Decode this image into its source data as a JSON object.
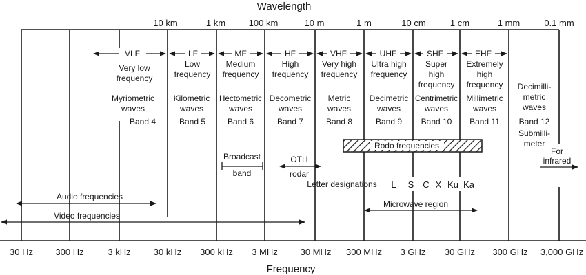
{
  "wavelength_title": "Wavelength",
  "frequency_title": "Frequency",
  "wavelength_ticks": [
    "10 km",
    "1 km",
    "100 km",
    "10 m",
    "1 m",
    "10 cm",
    "1 cm",
    "1 mm",
    "0.1 mm"
  ],
  "frequency_ticks": [
    "30 Hz",
    "300 Hz",
    "3 kHz",
    "30 kHz",
    "300 kHz",
    "3 MHz",
    "30 MHz",
    "300 MHz",
    "3 GHz",
    "30 GHz",
    "300 GHz",
    "3,000 GHz"
  ],
  "bands": [
    {
      "abbr": "VLF",
      "name": [
        "Very low",
        "frequency"
      ],
      "waves": [
        "Myriometric",
        "waves"
      ],
      "band": "Band 4"
    },
    {
      "abbr": "LF",
      "name": [
        "Low",
        "frequency"
      ],
      "waves": [
        "Kilometric",
        "waves"
      ],
      "band": "Band 5"
    },
    {
      "abbr": "MF",
      "name": [
        "Medium",
        "frequency"
      ],
      "waves": [
        "Hectometric",
        "waves"
      ],
      "band": "Band 6"
    },
    {
      "abbr": "HF",
      "name": [
        "High",
        "frequency"
      ],
      "waves": [
        "Decometric",
        "waves"
      ],
      "band": "Band 7"
    },
    {
      "abbr": "VHF",
      "name": [
        "Very high",
        "frequency"
      ],
      "waves": [
        "Metric",
        "waves"
      ],
      "band": "Band 8"
    },
    {
      "abbr": "UHF",
      "name": [
        "Ultra high",
        "frequency"
      ],
      "waves": [
        "Decimetric",
        "waves"
      ],
      "band": "Band 9"
    },
    {
      "abbr": "SHF",
      "name": [
        "Super",
        "high",
        "frequency"
      ],
      "waves": [
        "Centrimetric",
        "waves"
      ],
      "band": "Band 10"
    },
    {
      "abbr": "EHF",
      "name": [
        "Extremely",
        "high",
        "frequency"
      ],
      "waves": [
        "Millimetric",
        "waves"
      ],
      "band": "Band 11"
    }
  ],
  "band12": {
    "waves": [
      "Decimilli-",
      "metric",
      "waves"
    ],
    "band": "Band 12",
    "extra": [
      "Submilli-",
      "meter"
    ]
  },
  "infrared": [
    "For",
    "infrared"
  ],
  "radar_frequencies": "Rodo frequencies",
  "broadcast": [
    "Broadcast",
    "band"
  ],
  "oth": [
    "OTH",
    "rodar"
  ],
  "letter_designations": {
    "label": "Letter designations",
    "letters": [
      "L",
      "S",
      "C",
      "X",
      "Ku",
      "Ka"
    ]
  },
  "microwave_region": "Microwave region",
  "audio_frequencies": "Audio frequencies",
  "video_frequencies": "Video frequencies"
}
